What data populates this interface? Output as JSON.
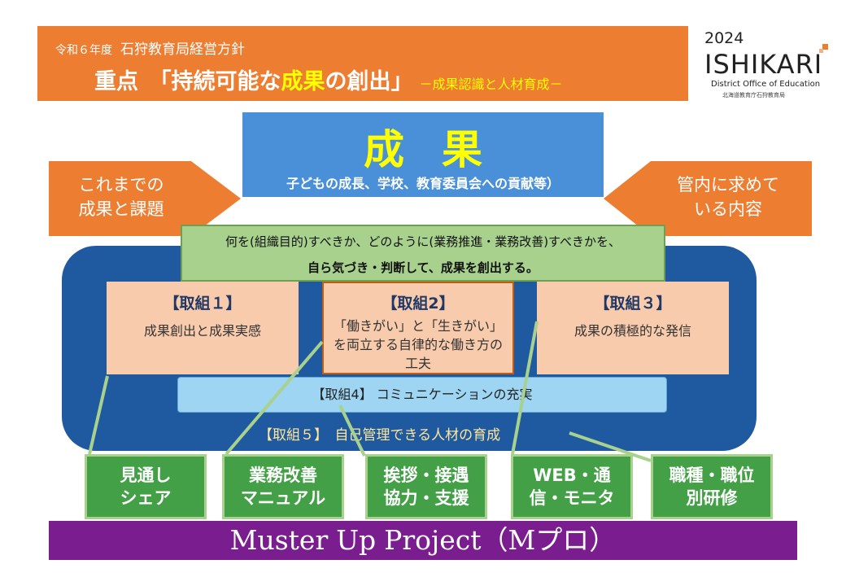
{
  "header": {
    "era": "令和６年度",
    "office": "石狩教育局経営方針",
    "main_prefix": "重点　「持続可能な",
    "main_highlight": "成果",
    "main_suffix": "の創出」",
    "tagline": "－成果認識と人材育成－"
  },
  "logo": {
    "year": "2024",
    "name": "ISHIKARI",
    "subtitle": "District Office of Education",
    "jp": "北海道教育庁石狩教育局"
  },
  "seika": {
    "title": "成果",
    "subtitle": "子どもの成長、学校、教育委員会への貢献等）"
  },
  "arrows": {
    "left_line1": "これまでの",
    "left_line2": "成果と課題",
    "right_line1": "管内に求めて",
    "right_line2": "いる内容"
  },
  "purpose": {
    "line1": "何を(組織目的)すべきか、どのように(業務推進・業務改善)すべきかを、",
    "line2": "自ら気づき・判断して、成果を創出する。"
  },
  "torikumi": [
    {
      "title": "【取組１】",
      "body": "成果創出と成果実感"
    },
    {
      "title": "【取組2】",
      "body": "「働きがい」と「生きがい」を両立する自律的な働き方の工夫"
    },
    {
      "title": "【取組３】",
      "body": "成果の積極的な発信"
    }
  ],
  "torikumi4": "【取組4】 コミュニケーションの充実",
  "torikumi5": "【取組５】　自己管理できる人材の育成",
  "projects": [
    {
      "line1": "見通し",
      "line2": "シェア"
    },
    {
      "line1": "業務改善",
      "line2": "マニュアル"
    },
    {
      "line1": "挨拶・接遇",
      "line2": "協力・支援"
    },
    {
      "line1": "WEB・通",
      "line2": "信・モニタ"
    },
    {
      "line1": "職種・職位",
      "line2": "別研修"
    }
  ],
  "muster": {
    "word1": "Muster",
    "word2": "Up",
    "word3": "Project",
    "suffix": "（Mプロ）"
  },
  "colors": {
    "header": "#ed7d31",
    "highlight": "#ffff00",
    "seika": "#4a90d9",
    "org_block": "#1f5aa0",
    "purpose": "#a9d18e",
    "torikumi": "#f8cbad",
    "torikumi4": "#9dd5f2",
    "project": "#43a047",
    "muster": "#7a1d8f"
  }
}
